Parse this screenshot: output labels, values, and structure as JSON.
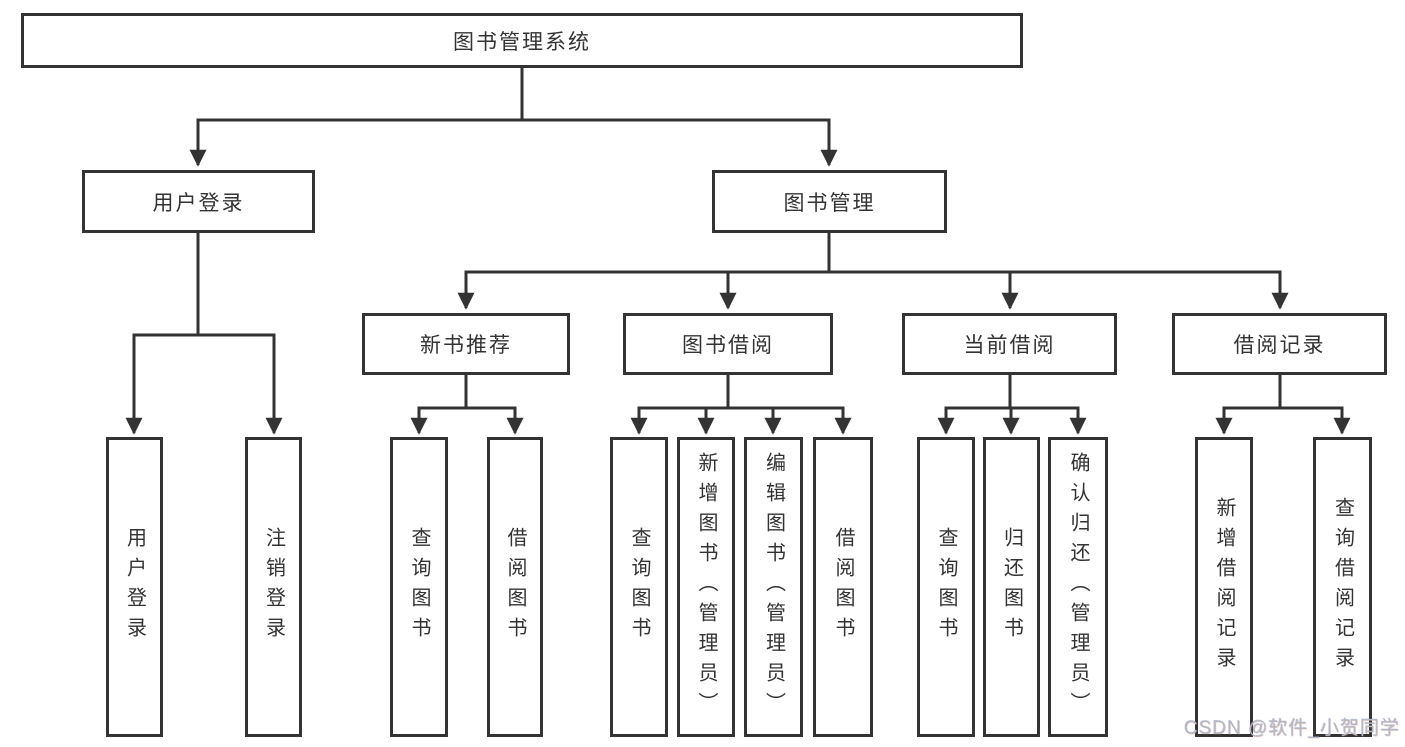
{
  "nodes": {
    "root": {
      "label": "图书管理系统"
    },
    "user_login": {
      "label": "用户登录"
    },
    "book_mgmt": {
      "label": "图书管理"
    },
    "leaf_user_login": {
      "label": "用户登录"
    },
    "leaf_logout": {
      "label": "注销登录"
    },
    "new_book_rec": {
      "label": "新书推荐"
    },
    "book_borrow": {
      "label": "图书借阅"
    },
    "current_borrow": {
      "label": "当前借阅"
    },
    "borrow_records": {
      "label": "借阅记录"
    },
    "nb_query_book": {
      "label": "查询图书"
    },
    "nb_borrow_book": {
      "label": "借阅图书"
    },
    "bb_query_book": {
      "label": "查询图书"
    },
    "bb_add_book": {
      "label": "新增图书（管理员）"
    },
    "bb_edit_book": {
      "label": "编辑图书（管理员）"
    },
    "bb_borrow_book": {
      "label": "借阅图书"
    },
    "cb_query_book": {
      "label": "查询图书"
    },
    "cb_return_book": {
      "label": "归还图书"
    },
    "cb_confirm_return": {
      "label": "确认归还（管理员）"
    },
    "br_add_record": {
      "label": "新增借阅记录"
    },
    "br_query_record": {
      "label": "查询借阅记录"
    }
  },
  "edges": [
    [
      "root",
      "user_login"
    ],
    [
      "root",
      "book_mgmt"
    ],
    [
      "user_login",
      "leaf_user_login"
    ],
    [
      "user_login",
      "leaf_logout"
    ],
    [
      "book_mgmt",
      "new_book_rec"
    ],
    [
      "book_mgmt",
      "book_borrow"
    ],
    [
      "book_mgmt",
      "current_borrow"
    ],
    [
      "book_mgmt",
      "borrow_records"
    ],
    [
      "new_book_rec",
      "nb_query_book"
    ],
    [
      "new_book_rec",
      "nb_borrow_book"
    ],
    [
      "book_borrow",
      "bb_query_book"
    ],
    [
      "book_borrow",
      "bb_add_book"
    ],
    [
      "book_borrow",
      "bb_edit_book"
    ],
    [
      "book_borrow",
      "bb_borrow_book"
    ],
    [
      "current_borrow",
      "cb_query_book"
    ],
    [
      "current_borrow",
      "cb_return_book"
    ],
    [
      "current_borrow",
      "cb_confirm_return"
    ],
    [
      "borrow_records",
      "br_add_record"
    ],
    [
      "borrow_records",
      "br_query_record"
    ]
  ],
  "watermark": {
    "text": "CSDN @软件_小贺同学"
  },
  "colors": {
    "line": "#333333",
    "box_border": "#333333",
    "text": "#333333",
    "watermark_text": "#b5b9bd",
    "background": "#ffffff"
  }
}
